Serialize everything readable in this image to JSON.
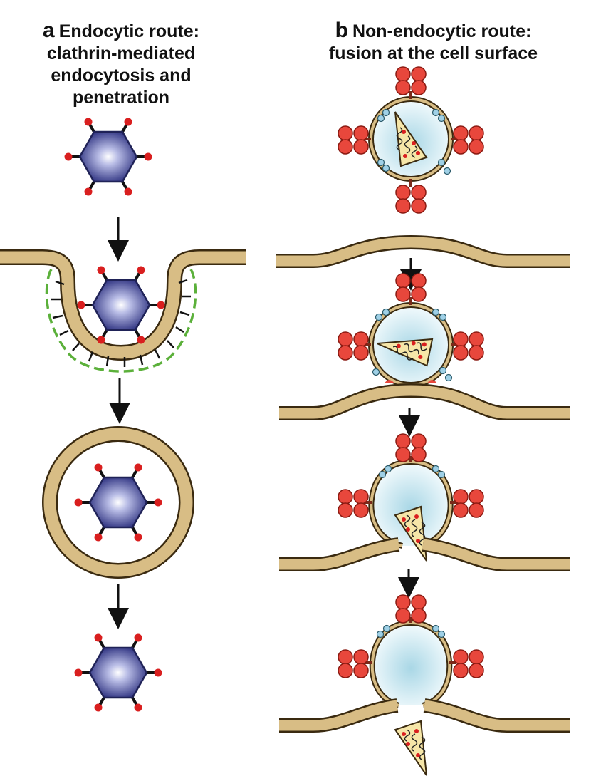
{
  "panel_a": {
    "letter": "a",
    "title_lines": [
      "Endocytic route:",
      "clathrin-mediated",
      "endocytosis and",
      "penetration"
    ]
  },
  "panel_b": {
    "letter": "b",
    "title_lines": [
      "Non-endocytic route:",
      "fusion at the cell surface"
    ]
  },
  "colors": {
    "membrane": "#d8bd85",
    "membrane_outline": "#3a2a10",
    "capsid": "#3b3f8c",
    "spike_tip": "#d91f1f",
    "clathrin": "#5bb03a",
    "glycoprotein": "#e8473c",
    "small_protein": "#9fd0e6",
    "nucleocapsid": "#f6e6a8",
    "envelope_fill": "#d8eef5"
  },
  "icons": [
    "hexagonal-capsid-icon",
    "enveloped-virus-icon",
    "arrow-down-icon",
    "clathrin-coat-icon"
  ]
}
